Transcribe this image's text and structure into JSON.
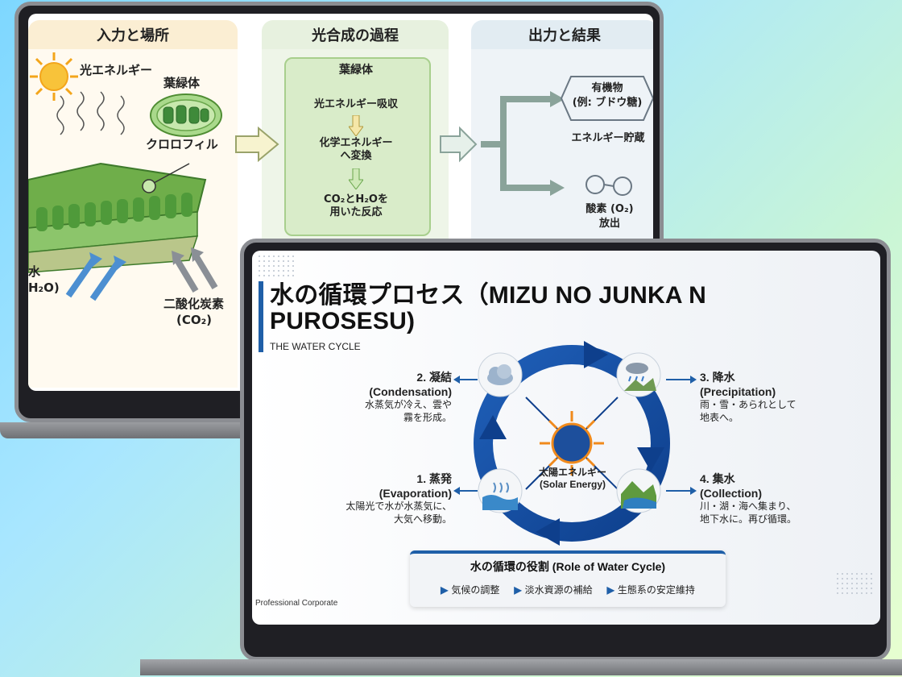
{
  "photosynthesis": {
    "columns": [
      {
        "title": "入力と場所"
      },
      {
        "title": "光合成の過程"
      },
      {
        "title": "出力と結果"
      }
    ],
    "inputs": {
      "light": "光エネルギー",
      "chloroplast": "葉緑体",
      "chlorophyll": "クロロフィル",
      "water_label": "水",
      "water_formula": "H₂O)",
      "co2_label": "二酸化炭素",
      "co2_formula": "(CO₂)"
    },
    "process": {
      "box_title": "葉緑体",
      "step1": "光エネルギー吸収",
      "step2_line1": "化学エネルギー",
      "step2_line2": "へ変換",
      "step3_line1": "CO₂とH₂Oを",
      "step3_line2": "用いた反応"
    },
    "outputs": {
      "organic_line1": "有機物",
      "organic_line2": "(例: ブドウ糖)",
      "energy_storage": "エネルギー貯蔵",
      "oxygen_line1": "酸素 (O₂)",
      "oxygen_line2": "放出"
    }
  },
  "water_cycle": {
    "title_line1": "水の循環プロセス（MIZU NO JUNKA N",
    "title_line2": "PUROSESU)",
    "subtitle": "THE WATER CYCLE",
    "center_line1": "太陽エネルギー",
    "center_line2": "(Solar Energy)",
    "stages": [
      {
        "name": "2. 凝結",
        "en": "(Condensation)",
        "desc1": "水蒸気が冷え、雲や",
        "desc2": "霧を形成。"
      },
      {
        "name": "3. 降水",
        "en": "(Precipitation)",
        "desc1": "雨・雪・あられとして",
        "desc2": "地表へ。"
      },
      {
        "name": "1. 蒸発",
        "en": "(Evaporation)",
        "desc1": "太陽光で水が水蒸気に、",
        "desc2": "大気へ移動。"
      },
      {
        "name": "4. 集水",
        "en": "(Collection)",
        "desc1": "川・湖・海へ集まり、",
        "desc2": "地下水に。再び循環。"
      }
    ],
    "role": {
      "title": "水の循環の役割 (Role of Water Cycle)",
      "items": [
        "気候の調整",
        "淡水資源の補給",
        "生態系の安定維持"
      ]
    },
    "footer": "Professional Corporate"
  },
  "colors": {
    "accent": "#1f5fa8",
    "leaf_green": "#6fae4a",
    "cycle_blue": "#1b56a8"
  }
}
